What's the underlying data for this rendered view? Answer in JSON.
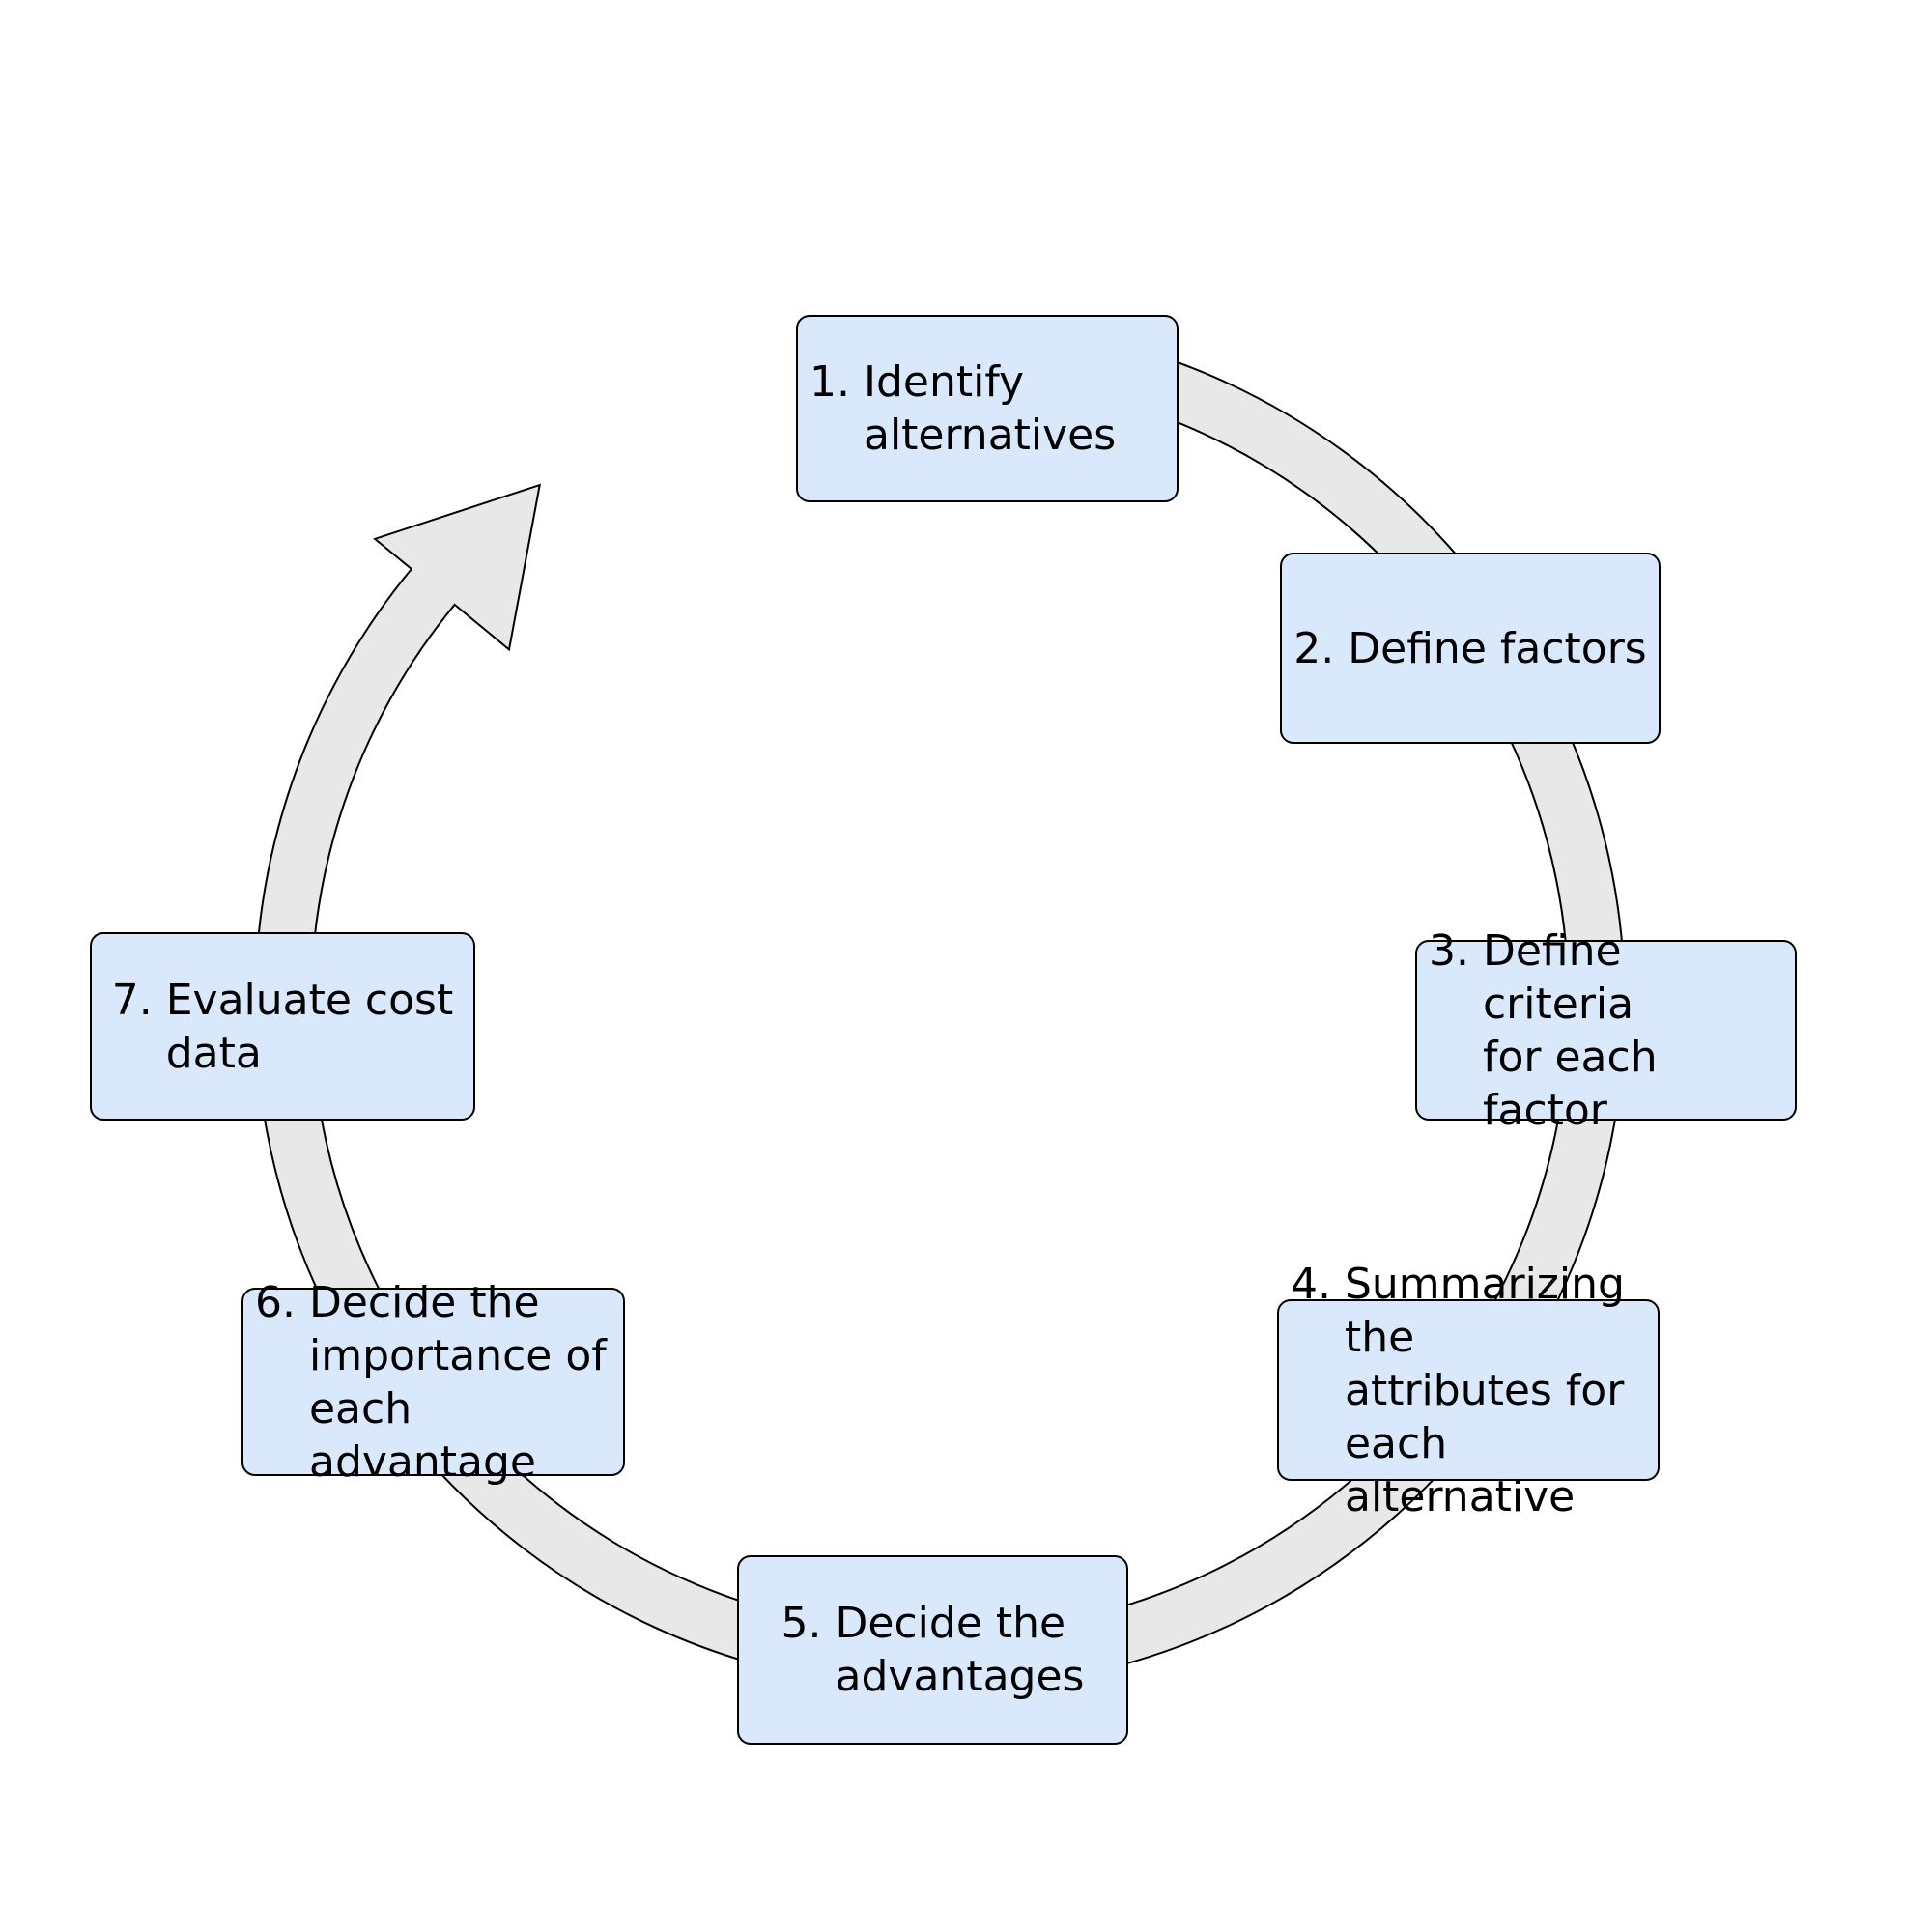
{
  "diagram": {
    "kind": "cycle-process",
    "direction": "clockwise"
  },
  "steps": [
    {
      "number": "1.",
      "label": "Identify alternatives"
    },
    {
      "number": "2.",
      "label": "Define factors"
    },
    {
      "number": "3.",
      "label": "Define criteria\nfor each factor"
    },
    {
      "number": "4.",
      "label": "Summarizing the\nattributes for each\nalternative"
    },
    {
      "number": "5.",
      "label": "Decide the\nadvantages"
    },
    {
      "number": "6.",
      "label": "Decide the\nimportance of\neach advantage"
    },
    {
      "number": "7.",
      "label": "Evaluate cost\ndata"
    }
  ],
  "colors": {
    "background": "#ffffff",
    "box_fill": "#dae8fc",
    "box_border": "#000000",
    "arrow_fill": "#e8e8e8",
    "arrow_stroke": "#000000",
    "text_color": "#000000"
  }
}
